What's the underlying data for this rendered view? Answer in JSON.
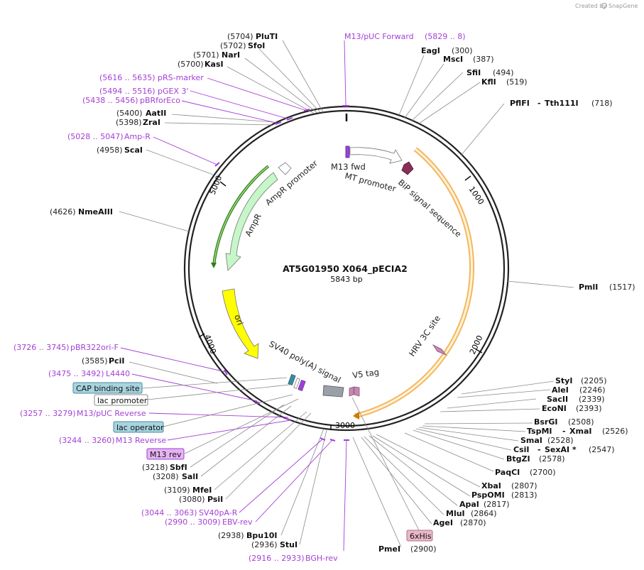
{
  "header": {
    "watermark_prefix": "Created by",
    "watermark_brand": "SnapGene"
  },
  "plasmid": {
    "name": "AT5G01950 X064_pECIA2",
    "length_label": "5843 bp",
    "length": 5843,
    "tick_labels": [
      "1000",
      "2000",
      "3000",
      "4000",
      "5000"
    ]
  },
  "features": [
    {
      "name": "M13 fwd",
      "color": "#9b43d6"
    },
    {
      "name": "MT promoter",
      "color": "#ffffff"
    },
    {
      "name": "BiP signal sequence",
      "color": "#8b2d59"
    },
    {
      "name": "HRV 3C site",
      "color": "#c888b2"
    },
    {
      "name": "V5 tag",
      "color": "#c888b2"
    },
    {
      "name": "SV40 poly(A) signal",
      "color": "#9aa0a8"
    },
    {
      "name": "ori",
      "color": "#ffff00"
    },
    {
      "name": "AmpR",
      "color": "#c6f7c8"
    },
    {
      "name": "AmpR promoter",
      "color": "#ffffff"
    }
  ],
  "enzymes_right": [
    {
      "name": "EagI",
      "pos": "(300)"
    },
    {
      "name": "MscI",
      "pos": "(387)"
    },
    {
      "name": "SfiI",
      "pos": "(494)"
    },
    {
      "name": "KflI",
      "pos": "(519)"
    },
    {
      "name": "PflFI",
      "name2": "Tth111I",
      "pos": "(718)"
    },
    {
      "name": "PmlI",
      "pos": "(1517)"
    },
    {
      "name": "StyI",
      "pos": "(2205)"
    },
    {
      "name": "AleI",
      "pos": "(2246)"
    },
    {
      "name": "SacII",
      "pos": "(2339)"
    },
    {
      "name": "EcoNI",
      "pos": "(2393)"
    },
    {
      "name": "BsrGI",
      "pos": "(2508)"
    },
    {
      "name": "TspMI",
      "name2": "XmaI",
      "pos": "(2526)"
    },
    {
      "name": "SmaI",
      "pos": "(2528)"
    },
    {
      "name": "CsiI",
      "name2": "SexAI *",
      "pos": "(2547)"
    },
    {
      "name": "BtgZI",
      "pos": "(2578)"
    },
    {
      "name": "PaqCI",
      "pos": "(2700)"
    },
    {
      "name": "XbaI",
      "pos": "(2807)"
    },
    {
      "name": "PspOMI",
      "pos": "(2813)"
    },
    {
      "name": "ApaI",
      "pos": "(2817)"
    },
    {
      "name": "MluI",
      "pos": "(2864)"
    },
    {
      "name": "AgeI",
      "pos": "(2870)"
    },
    {
      "name": "PmeI",
      "pos": "(2900)"
    }
  ],
  "enzymes_left": [
    {
      "name": "PluTI",
      "pos": "(5704)"
    },
    {
      "name": "SfoI",
      "pos": "(5702)"
    },
    {
      "name": "NarI",
      "pos": "(5701)"
    },
    {
      "name": "KasI",
      "pos": "(5700)"
    },
    {
      "name": "AatII",
      "pos": "(5400)"
    },
    {
      "name": "ZraI",
      "pos": "(5398)"
    },
    {
      "name": "ScaI",
      "pos": "(4958)"
    },
    {
      "name": "NmeAIII",
      "pos": "(4626)"
    },
    {
      "name": "PciI",
      "pos": "(3585)"
    },
    {
      "name": "SbfI",
      "pos": "(3218)"
    },
    {
      "name": "SalI",
      "pos": "(3208)"
    },
    {
      "name": "MfeI",
      "pos": "(3109)"
    },
    {
      "name": "PsiI",
      "pos": "(3080)"
    },
    {
      "name": "Bpu10I",
      "pos": "(2938)"
    },
    {
      "name": "StuI",
      "pos": "(2936)"
    }
  ],
  "primers": [
    {
      "name": "M13/pUC Forward",
      "range": "(5829 .. 8)"
    },
    {
      "name": "pRS-marker",
      "range": "(5616 .. 5635)"
    },
    {
      "name": "pGEX 3'",
      "range": "(5494 .. 5516)"
    },
    {
      "name": "pBRforEco",
      "range": "(5438 .. 5456)"
    },
    {
      "name": "Amp-R",
      "range": "(5028 .. 5047)"
    },
    {
      "name": "pBR322ori-F",
      "range": "(3726 .. 3745)"
    },
    {
      "name": "L4440",
      "range": "(3475 .. 3492)"
    },
    {
      "name": "M13/pUC Reverse",
      "range": "(3257 .. 3279)"
    },
    {
      "name": "M13 Reverse",
      "range": "(3244 .. 3260)"
    },
    {
      "name": "SV40pA-R",
      "range": "(3044 .. 3063)"
    },
    {
      "name": "EBV-rev",
      "range": "(2990 .. 3009)"
    },
    {
      "name": "BGH-rev",
      "range": "(2916 .. 2933)"
    }
  ],
  "badges": [
    {
      "name": "CAP binding site",
      "fill": "#a8d4e0",
      "stroke": "#4c8aa0"
    },
    {
      "name": "lac promoter",
      "fill": "#ffffff",
      "stroke": "#888888"
    },
    {
      "name": "lac operator",
      "fill": "#a8d4e0",
      "stroke": "#4c8aa0"
    },
    {
      "name": "M13 rev",
      "fill": "#e5b3f2",
      "stroke": "#9b43d6"
    },
    {
      "name": "6xHis",
      "fill": "#e8b8c8",
      "stroke": "#b07080"
    }
  ]
}
